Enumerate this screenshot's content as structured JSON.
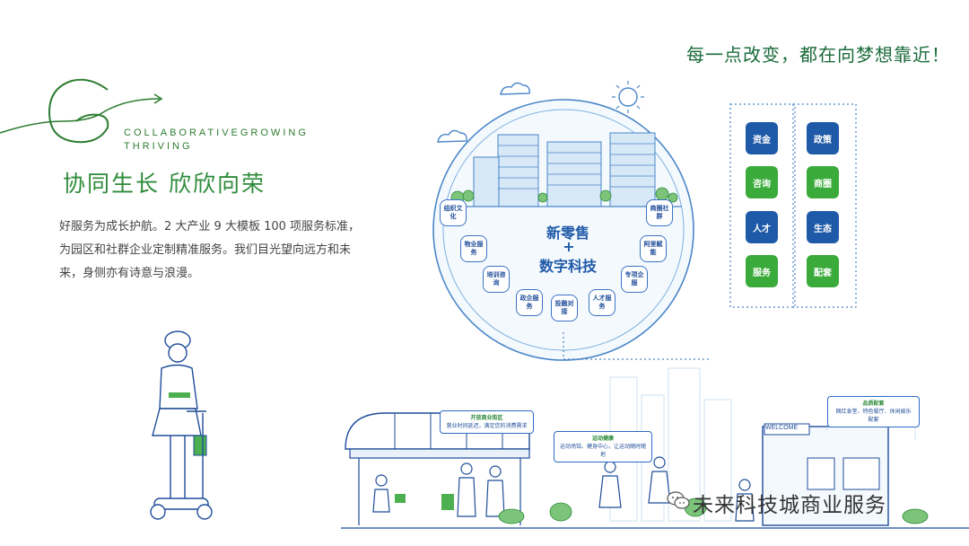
{
  "brand": {
    "line1": "COLLABORATIVEGROWING",
    "line2": "THRIVING",
    "headline": "协同生长 欣欣向荣"
  },
  "description": {
    "line1": "好服务为成长护航。2 大产业 9 大模板 100 项服务标准，",
    "line2": "为园区和社群企业定制精准服务。我们目光望向远方和未",
    "line3": "来，身侧亦有诗意与浪漫。"
  },
  "slogan": "每一点改变，都在向梦想靠近！",
  "circle": {
    "center_line1": "新零售",
    "center_plus": "+",
    "center_line2": "数字科技",
    "nodes": [
      {
        "label": "组织文化"
      },
      {
        "label": "物业服务"
      },
      {
        "label": "培训咨询"
      },
      {
        "label": "政企服务"
      },
      {
        "label": "投融对接"
      },
      {
        "label": "人才服务"
      },
      {
        "label": "专项企服"
      },
      {
        "label": "阿里赋能"
      },
      {
        "label": "商圈社群"
      }
    ]
  },
  "tiles": [
    {
      "label": "资金",
      "color": "#1f5aa8"
    },
    {
      "label": "政策",
      "color": "#1f5aa8"
    },
    {
      "label": "咨询",
      "color": "#3aab3a"
    },
    {
      "label": "商圈",
      "color": "#3aab3a"
    },
    {
      "label": "人才",
      "color": "#1f5aa8"
    },
    {
      "label": "生态",
      "color": "#1f5aa8"
    },
    {
      "label": "服务",
      "color": "#3aab3a"
    },
    {
      "label": "配套",
      "color": "#3aab3a"
    }
  ],
  "bubbles": [
    {
      "title": "开放商业街区",
      "text": "营业时间延迟，满足您的消费需求"
    },
    {
      "title": "运动健康",
      "text": "运动场馆、健身中心，让运动随时随地"
    },
    {
      "title": "品质配套",
      "text": "网红食堂、特色餐厅、休闲娱乐配套"
    }
  ],
  "scene": {
    "welcome_sign": "WELCOME"
  },
  "watermark": "未来科技城商业服务",
  "colors": {
    "brand_green": "#2e8b3a",
    "brand_blue": "#1f5aa8",
    "tile_green": "#3aab3a"
  }
}
